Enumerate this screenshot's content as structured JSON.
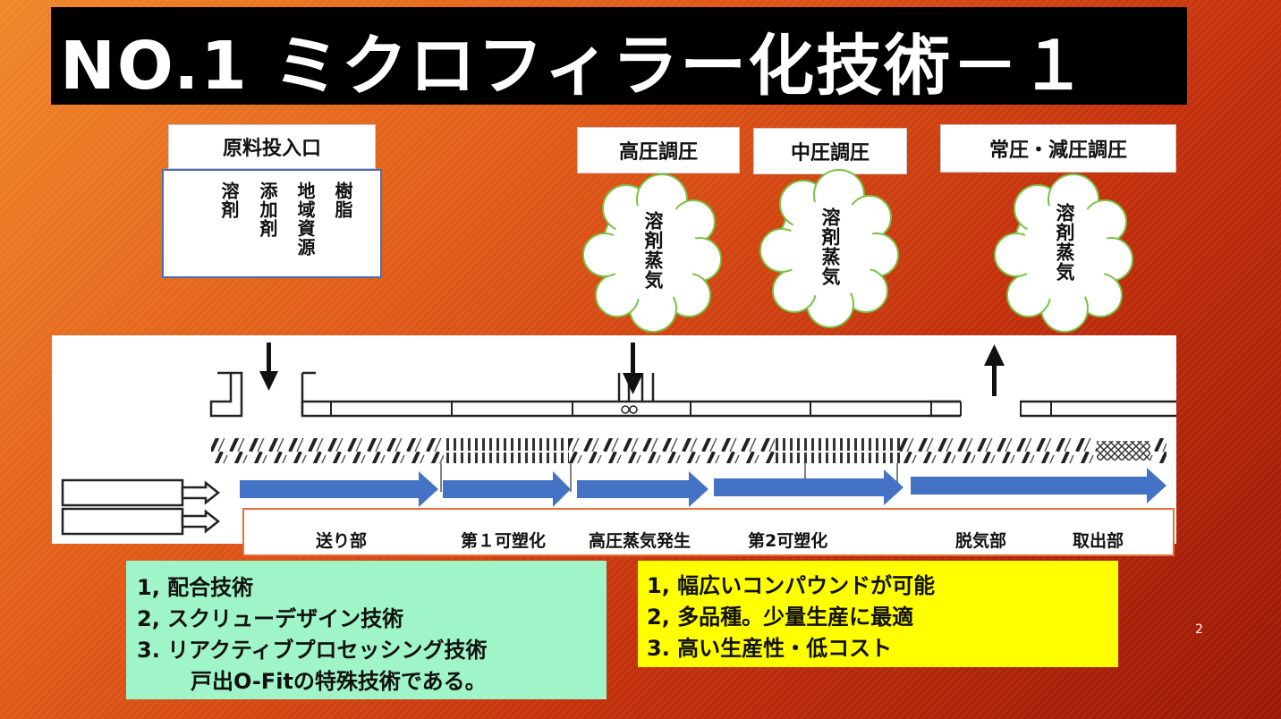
{
  "title": "NO.1 ミクロフィラー化技術－１",
  "feed_label": "原料投入口",
  "materials": [
    "樹脂",
    "地域資源",
    "添加剤",
    "溶剤"
  ],
  "pressure_labels": [
    "高圧調圧",
    "中圧調圧",
    "常圧・減圧調圧"
  ],
  "vapor_label": "溶剤蒸気",
  "sections": [
    "送り部",
    "第１可塑化",
    "高圧蒸気発生",
    "第2可塑化",
    "脱気部",
    "取出部"
  ],
  "tech_list": [
    "1, 配合技術",
    "2, スクリューデザイン技術",
    "3. リアクティブプロセッシング技術",
    "戸出O-Fitの特殊技術である。"
  ],
  "benefits": [
    "1, 幅広いコンパウンドが可能",
    "2, 多品種。少量生産に最適",
    "3. 高い生産性・低コスト"
  ],
  "page_number": "2",
  "colors": {
    "title_bg": "#000000",
    "arrow_blue": "#4472c4",
    "green_box": "#9ff5c8",
    "yellow_box": "#ffff00",
    "section_border": "#e8703a"
  }
}
